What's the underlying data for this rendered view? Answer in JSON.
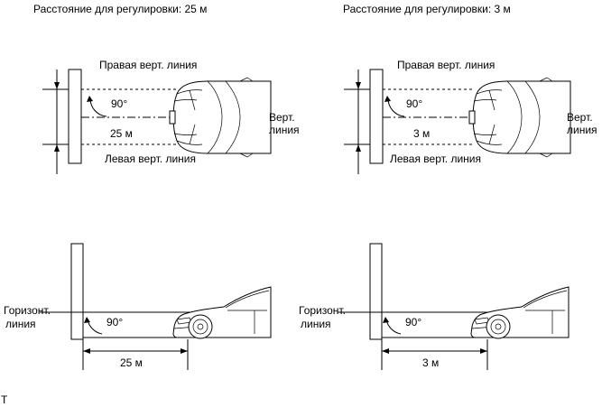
{
  "top_left": {
    "title": "Расстояние для регулировки: 25 м",
    "right_line": "Правая верт. линия",
    "left_line": "Левая верт. линия",
    "angle": "90°",
    "distance": "25 м",
    "vert_line_1": "Верт.",
    "vert_line_2": "линия"
  },
  "top_right": {
    "title": "Расстояние для регулировки: 3 м",
    "right_line": "Правая верт. линия",
    "left_line": "Левая верт. линия",
    "angle": "90°",
    "distance": "3 м",
    "vert_line_1": "Верт.",
    "vert_line_2": "линия"
  },
  "bottom_left": {
    "horiz_line_1": "Горизонт.",
    "horiz_line_2": "линия",
    "angle": "90°",
    "distance": "25 м"
  },
  "bottom_right": {
    "horiz_line_1": "Горизонт.",
    "horiz_line_2": "линия",
    "angle": "90°",
    "distance": "3 м"
  },
  "footer_mark": "T"
}
